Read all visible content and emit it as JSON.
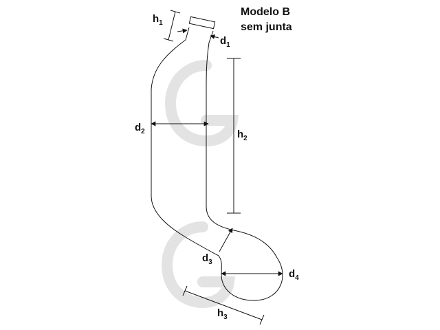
{
  "title": {
    "line1": "Modelo B",
    "line2": "sem junta"
  },
  "dimensions": {
    "h1": {
      "main": "h",
      "sub": "1"
    },
    "d1": {
      "main": "d",
      "sub": "1"
    },
    "d2": {
      "main": "d",
      "sub": "2"
    },
    "h2": {
      "main": "h",
      "sub": "2"
    },
    "d3": {
      "main": "d",
      "sub": "3"
    },
    "d4": {
      "main": "d",
      "sub": "4"
    },
    "h3": {
      "main": "h",
      "sub": "3"
    }
  },
  "watermark": "logo-watermark",
  "colors": {
    "line": "#111111",
    "watermark": "#e6e6e6"
  }
}
